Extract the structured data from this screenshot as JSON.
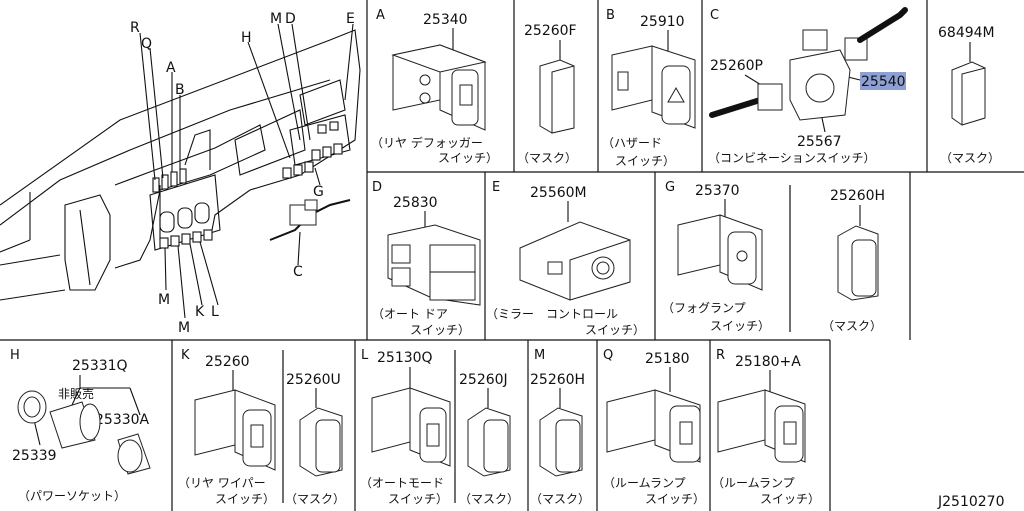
{
  "diagram_code": "J2510270",
  "overview": {
    "callouts": [
      "R",
      "Q",
      "A",
      "B",
      "M",
      "D",
      "E",
      "H",
      "G",
      "C",
      "M",
      "K",
      "L",
      "M"
    ]
  },
  "sections": {
    "A": {
      "letter": "A",
      "parts": [
        {
          "no": "25340",
          "caption": [
            "（リヤ デフォッガー",
            "スイッチ）"
          ]
        },
        {
          "no": "25260F",
          "caption": [
            "（マスク）"
          ]
        }
      ]
    },
    "B": {
      "letter": "B",
      "parts": [
        {
          "no": "25910",
          "caption": [
            "（ハザード",
            "スイッチ）"
          ]
        }
      ]
    },
    "C": {
      "letter": "C",
      "parts": [
        {
          "no": "25260P"
        },
        {
          "no": "25540",
          "highlight": true
        },
        {
          "no": "25567",
          "caption": [
            "（コンビネーションスイッチ）"
          ]
        }
      ]
    },
    "C2": {
      "parts": [
        {
          "no": "68494M",
          "caption": [
            "（マスク）"
          ]
        }
      ]
    },
    "D": {
      "letter": "D",
      "parts": [
        {
          "no": "25830",
          "caption": [
            "（オート ドア",
            "スイッチ）"
          ]
        }
      ]
    },
    "E": {
      "letter": "E",
      "parts": [
        {
          "no": "25560M",
          "caption": [
            "（ミラー　コントロール",
            "スイッチ）"
          ]
        }
      ]
    },
    "G": {
      "letter": "G",
      "parts": [
        {
          "no": "25370",
          "caption": [
            "（フォグランプ",
            "スイッチ）"
          ]
        },
        {
          "no": "25260H",
          "caption": [
            "（マスク）"
          ]
        }
      ]
    },
    "H": {
      "letter": "H",
      "parts": [
        {
          "no": "25331Q"
        },
        {
          "no": "非販売"
        },
        {
          "no": "25330A"
        },
        {
          "no": "25339"
        }
      ],
      "caption": [
        "（パワーソケット）"
      ]
    },
    "K": {
      "letter": "K",
      "parts": [
        {
          "no": "25260",
          "caption": [
            "（リヤ ワイパー",
            "スイッチ）"
          ]
        },
        {
          "no": "25260U",
          "caption": [
            "（マスク）"
          ]
        }
      ]
    },
    "L": {
      "letter": "L",
      "parts": [
        {
          "no": "25130Q",
          "caption": [
            "（オートモード",
            "スイッチ）"
          ]
        },
        {
          "no": "25260J",
          "caption": [
            "（マスク）"
          ]
        }
      ]
    },
    "M": {
      "letter": "M",
      "parts": [
        {
          "no": "25260H",
          "caption": [
            "（マスク）"
          ]
        }
      ]
    },
    "Q": {
      "letter": "Q",
      "parts": [
        {
          "no": "25180",
          "caption": [
            "（ルームランプ",
            "スイッチ）"
          ]
        }
      ]
    },
    "R": {
      "letter": "R",
      "parts": [
        {
          "no": "25180+A",
          "caption": [
            "（ルームランプ",
            "スイッチ）"
          ]
        }
      ]
    }
  }
}
